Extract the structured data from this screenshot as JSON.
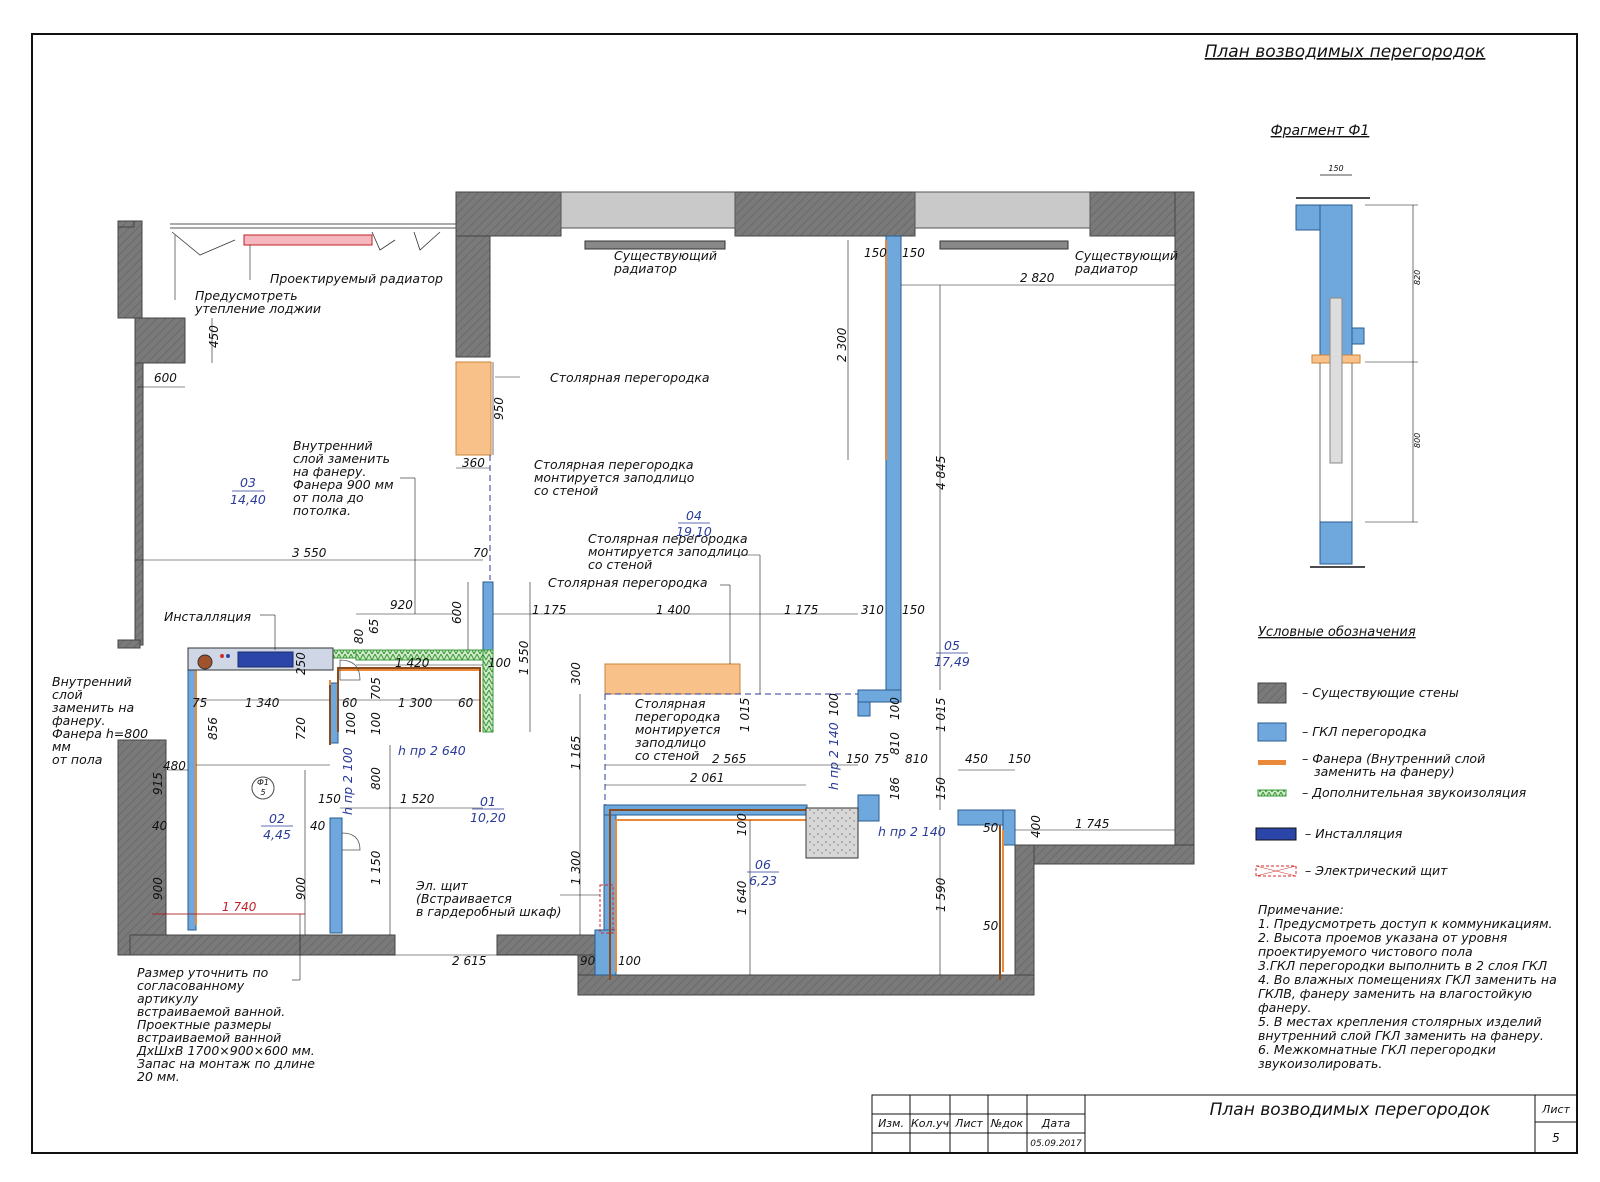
{
  "sheet": {
    "title_top": "План возводимых перегородок",
    "title_block_title": "План возводимых перегородок",
    "tb_izm": "Изм.",
    "tb_koluch": "Кол.уч",
    "tb_list": "Лист",
    "tb_ndoc": "№док",
    "tb_data": "Дата",
    "tb_date": "05.09.2017",
    "tb_sheet_label": "Лист",
    "tb_sheet_no": "5"
  },
  "fragment": {
    "title": "Фрагмент Ф1",
    "dim_150": "150",
    "dim_820": "820",
    "dim_800": "800"
  },
  "legend": {
    "title": "Условные обозначения",
    "items": [
      {
        "label": "– Существующие стены",
        "color": "#7a7a7a"
      },
      {
        "label": "– ГКЛ перегородка",
        "color": "#6fa8dc"
      },
      {
        "label": "– Фанера (Внутренний слой",
        "label2": "заменить на фанеру)",
        "color": "#e88a3a"
      },
      {
        "label": "– Дополнительная звукоизоляция",
        "color": "#3a9a3a"
      },
      {
        "label": "– Инсталляция",
        "color": "#2b46a8"
      },
      {
        "label": "– Электрический щит",
        "color": "#d62a2a"
      }
    ]
  },
  "notes": {
    "lines": [
      "Примечание:",
      "1. Предусмотреть доступ к коммуникациям.",
      "2. Высота проемов указана от уровня",
      "проектируемого чистового пола",
      "3.ГКЛ перегородки выполнить в 2 слоя ГКЛ",
      "4. Во влажных помещениях ГКЛ заменить на",
      "ГКЛВ, фанеру заменить на влагостойкую",
      "фанеру.",
      "5. В местах крепления столярных изделий",
      "внутренний слой ГКЛ заменить на фанеру.",
      "6. Межкомнатные ГКЛ перегородки",
      "звукоизолировать."
    ]
  },
  "rooms": {
    "r03_num": "03",
    "r03_area": "14,40",
    "r04_num": "04",
    "r04_area": "19,10",
    "r05_num": "05",
    "r05_area": "17,49",
    "r01_num": "01",
    "r01_area": "10,20",
    "r02_num": "02",
    "r02_area": "4,45",
    "r06_num": "06",
    "r06_area": "6,23"
  },
  "annotations": {
    "radiator_designed": "Проектируемый радиатор",
    "loggia_1": "Предусмотреть",
    "loggia_2": "утепление лоджии",
    "radiator_existing_a1": "Существующий",
    "radiator_existing_a2": "радиатор",
    "radiator_existing_b1": "Существующий",
    "radiator_existing_b2": "радиатор",
    "joinery_1": "Столярная перегородка",
    "joinery_2a": "Столярная перегородка",
    "joinery_2b": "монтируется заподлицо",
    "joinery_2c": "со стеной",
    "inner_layer": [
      "Внутренний",
      "слой заменить",
      "на фанеру.",
      "Фанера 900 мм",
      "от пола до",
      "потолка."
    ],
    "joinery_3a": "Столярная перегородка",
    "joinery_3b": "монтируется заподлицо",
    "joinery_3c": "со стеной",
    "joinery_4": "Столярная перегородка",
    "installation": "Инсталляция",
    "inner_left": [
      "Внутренний",
      "слой",
      "заменить на",
      "фанеру.",
      "Фанера h=800",
      "мм",
      "от пола"
    ],
    "joinery_5": [
      "Столярная",
      "перегородка",
      "монтируется",
      "заподлицо",
      "со стеной"
    ],
    "el_shield": [
      "Эл. щит",
      "(Встраивается",
      "в гардеробный шкаф)"
    ],
    "bath_note": [
      "Размер уточнить по",
      "согласованному",
      "артикулу",
      "встраиваемой ванной.",
      "Проектные размеры",
      "встраиваемой ванной",
      "ДхШхВ 1700×900×600 мм.",
      "Запас на монтаж по длине",
      "20 мм."
    ],
    "h_2640": "h пр 2 640",
    "h_2100": "h пр 2 100",
    "h_2140a": "h пр 2 140",
    "h_2140b": "h пр 2 140",
    "f1_mark_top": "Ф1",
    "f1_mark_bot": "5"
  },
  "dims": {
    "d450": "450",
    "d600": "600",
    "d950": "950",
    "d360": "360",
    "d3550": "3 550",
    "d70": "70",
    "d920": "920",
    "d80": "80",
    "d65": "65",
    "d600b": "600",
    "d1420": "1 420",
    "d100a": "100",
    "d1550": "1 550",
    "d1175a": "1 175",
    "d1400": "1 400",
    "d1175b": "1 175",
    "d310": "310",
    "d150a": "150",
    "d150b": "150",
    "d150c": "150",
    "d2820": "2 820",
    "d2300": "2 300",
    "d4845": "4 845",
    "d1015a": "1 015",
    "d1015b": "1 015",
    "d300": "300",
    "d1165": "1 165",
    "d2565": "2 565",
    "d2061": "2 061",
    "d150d": "150",
    "d75": "75",
    "d810a": "810",
    "d810b": "810",
    "d450b": "450",
    "d150e": "150",
    "d186": "186",
    "d150f": "150",
    "d100b": "100",
    "d100c": "100",
    "d400": "400",
    "d1745": "1 745",
    "d50a": "50",
    "d50b": "50",
    "d100d": "100",
    "d1640": "1 640",
    "d1590": "1 590",
    "d1300": "1 300",
    "d2615": "2 615",
    "d90": "90",
    "d100e": "100",
    "d250": "250",
    "d75b": "75",
    "d1340": "1 340",
    "d60a": "60",
    "d705": "705",
    "d1300b": "1 300",
    "d60b": "60",
    "d856": "856",
    "d720": "720",
    "d100f": "100",
    "d100g": "100",
    "d800": "800",
    "d480": "480",
    "d915": "915",
    "d150g": "150",
    "d1520": "1 520",
    "d40a": "40",
    "d40b": "40",
    "d1150": "1 150",
    "d900a": "900",
    "d900b": "900",
    "d1740": "1 740"
  },
  "colors": {
    "wall": "#7a7a7a",
    "gkl": "#6fa8dc",
    "plywood": "#e88a3a",
    "joinery": "#f9c18a",
    "sound": "#3a9a3a",
    "install": "#2b46a8",
    "elshield": "#d62a2a",
    "window": "#c9c9c9",
    "dim": "#1a1a1a",
    "blue_text": "#2a3b9a"
  }
}
